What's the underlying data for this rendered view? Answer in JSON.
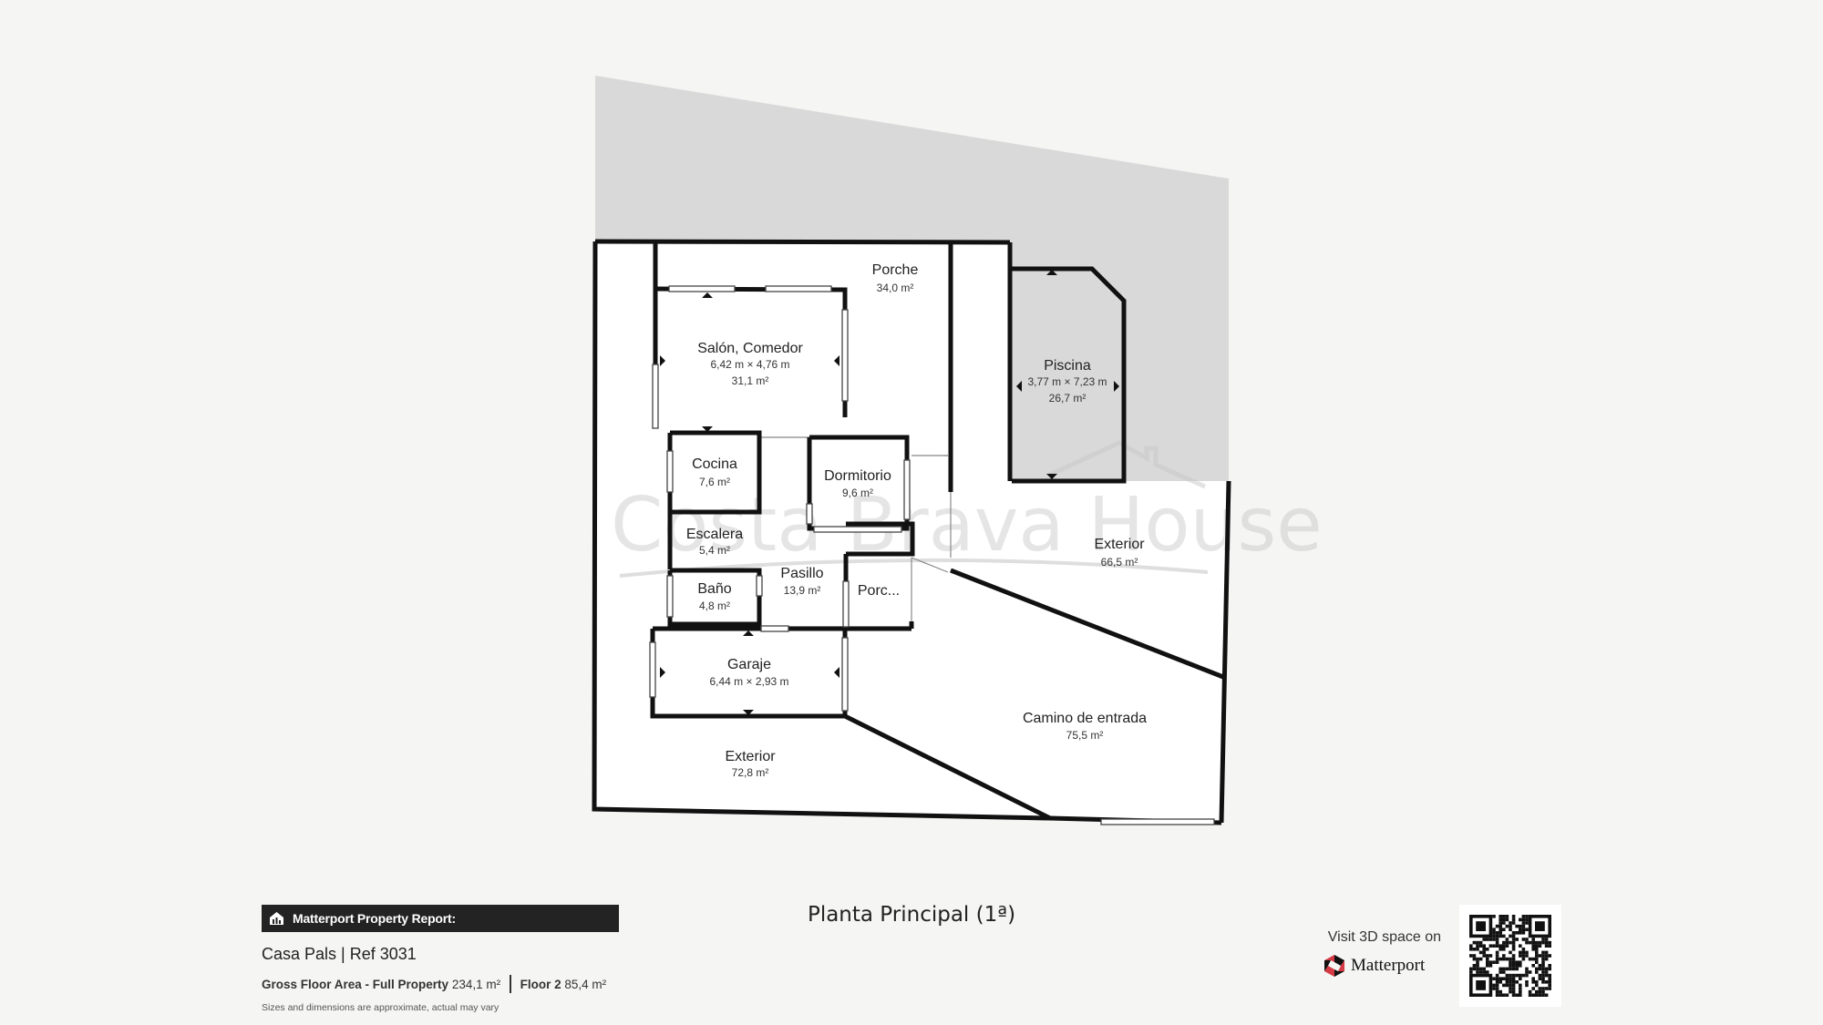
{
  "watermark": "Costa Brava House",
  "rooms": [
    {
      "id": "porche",
      "name": "Porche",
      "dims": "",
      "area": "34,0 m²"
    },
    {
      "id": "salon",
      "name": "Salón, Comedor",
      "dims": "6,42 m × 4,76 m",
      "area": "31,1 m²"
    },
    {
      "id": "piscina",
      "name": "Piscina",
      "dims": "3,77 m × 7,23 m",
      "area": "26,7 m²"
    },
    {
      "id": "cocina",
      "name": "Cocina",
      "dims": "",
      "area": "7,6 m²"
    },
    {
      "id": "dormitorio",
      "name": "Dormitorio",
      "dims": "",
      "area": "9,6 m²"
    },
    {
      "id": "escalera",
      "name": "Escalera",
      "dims": "",
      "area": "5,4 m²"
    },
    {
      "id": "exterior_right",
      "name": "Exterior",
      "dims": "",
      "area": "66,5 m²"
    },
    {
      "id": "pasillo",
      "name": "Pasillo",
      "dims": "",
      "area": "13,9 m²"
    },
    {
      "id": "bano",
      "name": "Baño",
      "dims": "",
      "area": "4,8 m²"
    },
    {
      "id": "porc",
      "name": "Porc...",
      "dims": "",
      "area": ""
    },
    {
      "id": "garaje",
      "name": "Garaje",
      "dims": "6,44 m × 2,93 m",
      "area": ""
    },
    {
      "id": "camino",
      "name": "Camino de entrada",
      "dims": "",
      "area": "75,5 m²"
    },
    {
      "id": "exterior_bottom",
      "name": "Exterior",
      "dims": "",
      "area": "72,8 m²"
    }
  ],
  "footer": {
    "report_label": "Matterport Property Report:",
    "property_title": "Casa Pals | Ref 3031",
    "gross_label": "Gross Floor Area - Full Property",
    "gross_value": "234,1 m²",
    "floor_label": "Floor 2",
    "floor_value": "85,4 m²",
    "disclaimer": "Sizes and dimensions are approximate, actual may vary",
    "floor_title": "Planta Principal (1ª)",
    "visit_text": "Visit 3D space on",
    "brand": "Matterport"
  },
  "icons": [
    "house-report-icon",
    "matterport-logo-icon",
    "qr-code"
  ],
  "colors": {
    "wall": "#111111",
    "background": "#f5f5f4",
    "site": "#d9d9d9",
    "bar": "#232323"
  }
}
